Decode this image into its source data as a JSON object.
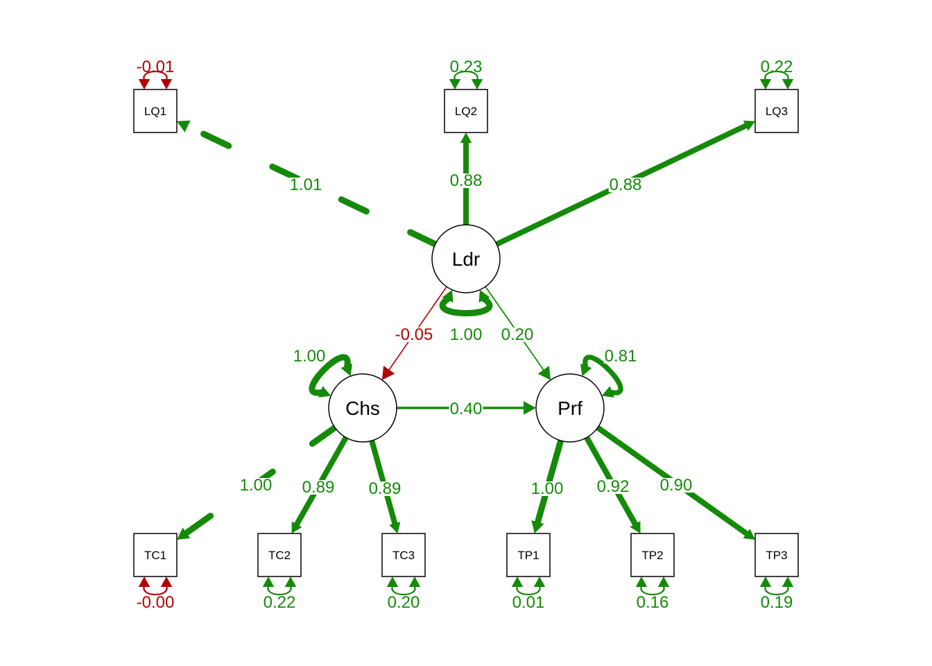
{
  "colors": {
    "positive": "#148A08",
    "negative": "#B30000",
    "node_stroke": "#000000",
    "background": "#FFFFFF"
  },
  "latent_nodes": [
    {
      "id": "Ldr",
      "label": "Ldr"
    },
    {
      "id": "Chs",
      "label": "Chs"
    },
    {
      "id": "Prf",
      "label": "Prf"
    }
  ],
  "observed_nodes": [
    {
      "id": "LQ1",
      "label": "LQ1"
    },
    {
      "id": "LQ2",
      "label": "LQ2"
    },
    {
      "id": "LQ3",
      "label": "LQ3"
    },
    {
      "id": "TC1",
      "label": "TC1"
    },
    {
      "id": "TC2",
      "label": "TC2"
    },
    {
      "id": "TC3",
      "label": "TC3"
    },
    {
      "id": "TP1",
      "label": "TP1"
    },
    {
      "id": "TP2",
      "label": "TP2"
    },
    {
      "id": "TP3",
      "label": "TP3"
    }
  ],
  "loadings": [
    {
      "from": "Ldr",
      "to": "LQ1",
      "label": "1.01",
      "value": 1.01,
      "fixed": true
    },
    {
      "from": "Ldr",
      "to": "LQ2",
      "label": "0.88",
      "value": 0.88,
      "fixed": false
    },
    {
      "from": "Ldr",
      "to": "LQ3",
      "label": "0.88",
      "value": 0.88,
      "fixed": false
    },
    {
      "from": "Chs",
      "to": "TC1",
      "label": "1.00",
      "value": 1.0,
      "fixed": true
    },
    {
      "from": "Chs",
      "to": "TC2",
      "label": "0.89",
      "value": 0.89,
      "fixed": false
    },
    {
      "from": "Chs",
      "to": "TC3",
      "label": "0.89",
      "value": 0.89,
      "fixed": false
    },
    {
      "from": "Prf",
      "to": "TP1",
      "label": "1.00",
      "value": 1.0,
      "fixed": false
    },
    {
      "from": "Prf",
      "to": "TP2",
      "label": "0.92",
      "value": 0.92,
      "fixed": false
    },
    {
      "from": "Prf",
      "to": "TP3",
      "label": "0.90",
      "value": 0.9,
      "fixed": false
    }
  ],
  "regressions": [
    {
      "from": "Ldr",
      "to": "Chs",
      "label": "-0.05",
      "value": -0.05
    },
    {
      "from": "Ldr",
      "to": "Prf",
      "label": "0.20",
      "value": 0.2
    },
    {
      "from": "Chs",
      "to": "Prf",
      "label": "0.40",
      "value": 0.4
    }
  ],
  "latent_variances": [
    {
      "node": "Ldr",
      "label": "1.00",
      "value": 1.0
    },
    {
      "node": "Chs",
      "label": "1.00",
      "value": 1.0
    },
    {
      "node": "Prf",
      "label": "0.81",
      "value": 0.81
    }
  ],
  "residual_variances": [
    {
      "node": "LQ1",
      "label": "-0.01",
      "value": -0.01
    },
    {
      "node": "LQ2",
      "label": "0.23",
      "value": 0.23
    },
    {
      "node": "LQ3",
      "label": "0.22",
      "value": 0.22
    },
    {
      "node": "TC1",
      "label": "-0.00",
      "value": -0.0
    },
    {
      "node": "TC2",
      "label": "0.22",
      "value": 0.22
    },
    {
      "node": "TC3",
      "label": "0.20",
      "value": 0.2
    },
    {
      "node": "TP1",
      "label": "0.01",
      "value": 0.01
    },
    {
      "node": "TP2",
      "label": "0.16",
      "value": 0.16
    },
    {
      "node": "TP3",
      "label": "0.19",
      "value": 0.19
    }
  ]
}
